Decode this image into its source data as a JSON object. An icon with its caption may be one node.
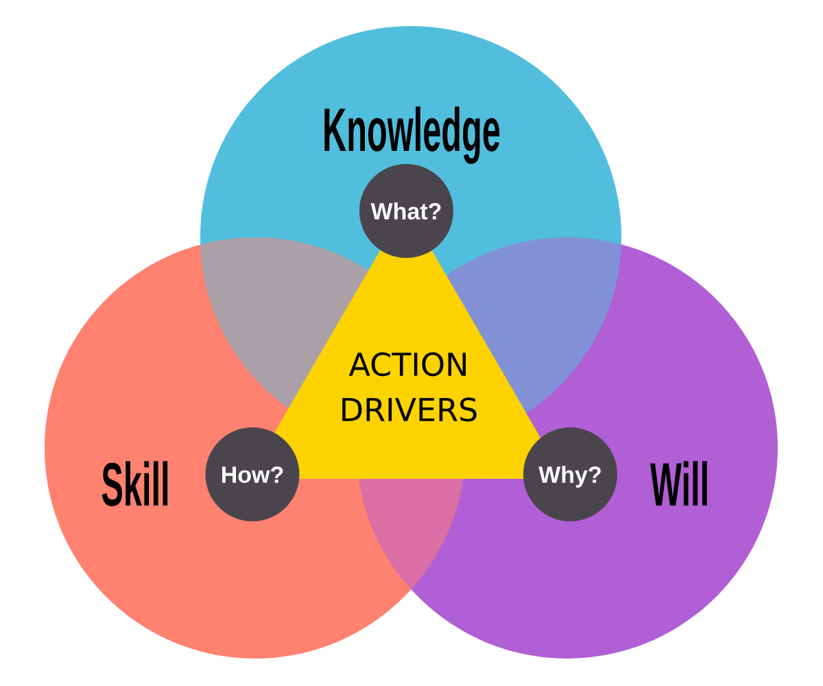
{
  "diagram": {
    "nodes": [
      {
        "text": [
          "Knowledge"
        ]
      },
      {
        "text": [
          "Skill"
        ]
      },
      {
        "text": [
          "Will"
        ]
      },
      {
        "text": [
          "ACTION DRIVERS"
        ]
      },
      {
        "text": [
          "What?"
        ],
        "in": 0
      },
      {
        "text": [
          "How?"
        ],
        "in": 1
      },
      {
        "text": [
          "Why?"
        ],
        "in": 2
      }
    ]
  }
}
